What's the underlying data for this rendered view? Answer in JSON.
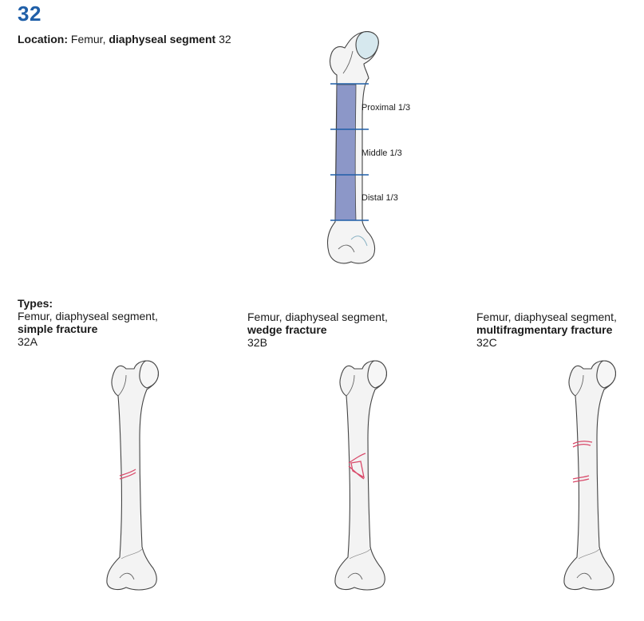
{
  "segment_number": "32",
  "location": {
    "label": "Location:",
    "bone": "Femur,",
    "segment": "diaphyseal segment",
    "code": "32"
  },
  "zones": {
    "proximal": "Proximal 1/3",
    "middle": "Middle 1/3",
    "distal": "Distal 1/3"
  },
  "types": {
    "heading": "Types:",
    "items": [
      {
        "line1": "Femur, diaphyseal segment,",
        "name": "simple fracture",
        "code": "32A"
      },
      {
        "line1": "Femur, diaphyseal segment,",
        "name": "wedge fracture",
        "code": "32B"
      },
      {
        "line1": "Femur, diaphyseal segment,",
        "name": "multifragmentary fracture",
        "code": "32C"
      }
    ]
  },
  "colors": {
    "segment_number": "#1f5fa8",
    "highlight_shaft": "#8c97c8",
    "zone_lines": "#1f5fa8",
    "fracture_lines": "#d94a6a",
    "bone_fill": "#f3f3f3",
    "femoral_head": "#d6e8ee"
  }
}
